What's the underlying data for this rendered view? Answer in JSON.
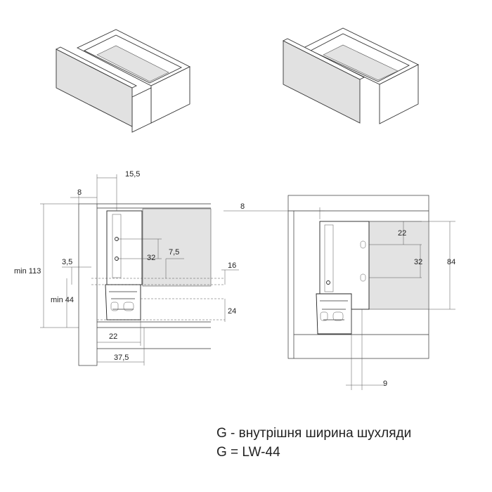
{
  "left_section": {
    "dim_15_5": "15,5",
    "dim_8": "8",
    "dim_min_113": "min 113",
    "dim_32": "32",
    "dim_7_5": "7,5",
    "dim_3_5": "3,5",
    "dim_min_44": "min 44",
    "dim_16": "16",
    "dim_24": "24",
    "dim_22": "22",
    "dim_37_5": "37,5"
  },
  "right_section": {
    "dim_8": "8",
    "dim_22": "22",
    "dim_32": "32",
    "dim_84": "84",
    "dim_9": "9"
  },
  "caption": {
    "line1": "G - внутрішня ширина шухляди",
    "line2": "G = LW-44"
  }
}
